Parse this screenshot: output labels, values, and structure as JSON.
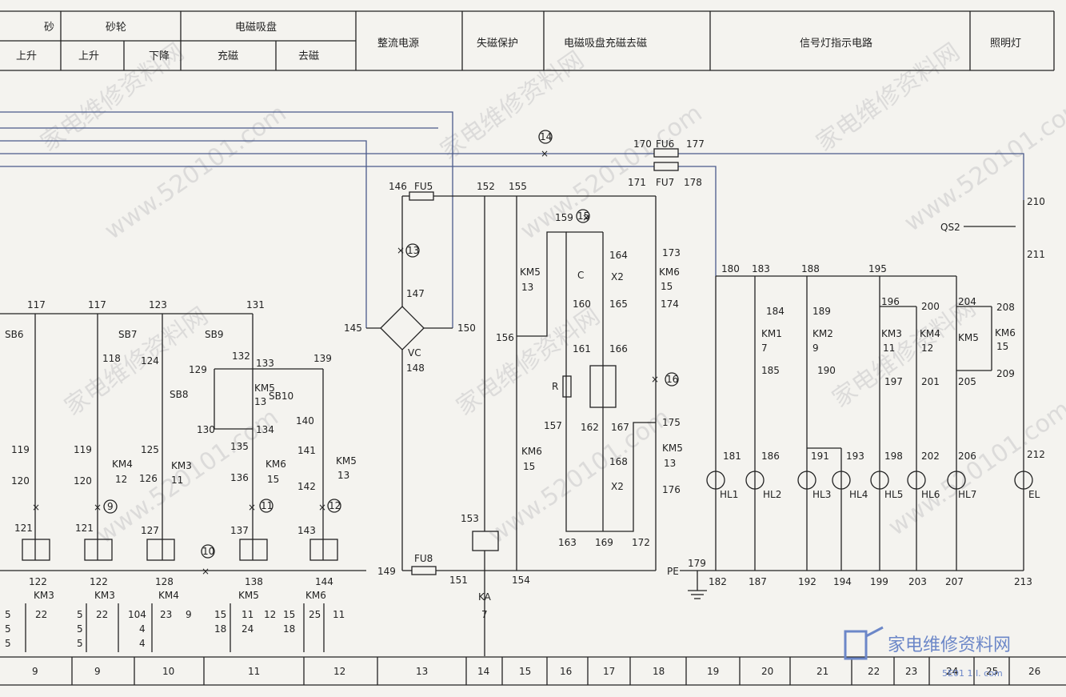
{
  "header": {
    "row1": [
      "砂轮",
      "电磁吸盘",
      "整流电源",
      "失磁保护",
      "电磁吸盘充磁去磁",
      "信号灯指示电路",
      "照明灯"
    ],
    "row2": [
      "上升",
      "上升",
      "下降",
      "充磁",
      "去磁"
    ],
    "clipped": "砂"
  },
  "footer": [
    "9",
    "9",
    "10",
    "11",
    "12",
    "13",
    "14",
    "15",
    "16",
    "17",
    "18",
    "19",
    "20",
    "21",
    "22",
    "23",
    "24",
    "25",
    "26"
  ],
  "nodes": {
    "n117a": "117",
    "n117b": "117",
    "n123": "123",
    "n131": "131",
    "n118": "118",
    "n124": "124",
    "n132": "132",
    "n133": "133",
    "n139": "139",
    "n129": "129",
    "n130": "130",
    "n134": "134",
    "n140": "140",
    "n119a": "119",
    "n119b": "119",
    "n125": "125",
    "n135": "135",
    "n141": "141",
    "n120a": "120",
    "n120b": "120",
    "n126": "126",
    "n136": "136",
    "n142": "142",
    "n121a": "121",
    "n121b": "121",
    "n127": "127",
    "n137": "137",
    "n143": "143",
    "n122a": "122",
    "n122b": "122",
    "n128": "128",
    "n138": "138",
    "n144": "144",
    "n145": "145",
    "n146": "146",
    "n147": "147",
    "n148": "148",
    "n149": "149",
    "n150": "150",
    "n151": "151",
    "n152": "152",
    "n153": "153",
    "n154": "154",
    "n155": "155",
    "n156": "156",
    "n157": "157",
    "n159": "159",
    "n160": "160",
    "n161": "161",
    "n162": "162",
    "n163": "163",
    "n164": "164",
    "n165": "165",
    "n166": "166",
    "n167": "167",
    "n168": "168",
    "n169": "169",
    "n170": "170",
    "n171": "171",
    "n172": "172",
    "n173": "173",
    "n174": "174",
    "n175": "175",
    "n176": "176",
    "n177": "177",
    "n178": "178",
    "n179": "179",
    "n180": "180",
    "n181": "181",
    "n182": "182",
    "n183": "183",
    "n184": "184",
    "n185": "185",
    "n186": "186",
    "n187": "187",
    "n188": "188",
    "n189": "189",
    "n190": "190",
    "n191": "191",
    "n192": "192",
    "n193": "193",
    "n194": "194",
    "n195": "195",
    "n196": "196",
    "n197": "197",
    "n198": "198",
    "n199": "199",
    "n200": "200",
    "n201": "201",
    "n202": "202",
    "n203": "203",
    "n204": "204",
    "n205": "205",
    "n206": "206",
    "n207": "207",
    "n208": "208",
    "n209": "209",
    "n210": "210",
    "n211": "211",
    "n212": "212",
    "n213": "213"
  },
  "markers": {
    "m9": "9",
    "m10": "10",
    "m11": "11",
    "m12": "12",
    "m13": "13",
    "m14": "14",
    "m15": "15",
    "m16": "16"
  },
  "components": {
    "SB6": "SB6",
    "SB7": "SB7",
    "SB8": "SB8",
    "SB9": "SB9",
    "SB10": "SB10",
    "VC": "VC",
    "FU5": "FU5",
    "FU6": "FU6",
    "FU7": "FU7",
    "FU8": "FU8",
    "KA": "KA",
    "KA7": "7",
    "R": "R",
    "C": "C",
    "X2a": "X2",
    "X2b": "X2",
    "QS2": "QS2",
    "PE": "PE",
    "HL1": "HL1",
    "HL2": "HL2",
    "HL3": "HL3",
    "HL4": "HL4",
    "HL5": "HL5",
    "HL6": "HL6",
    "HL7": "HL7",
    "EL": "EL",
    "c_km4_12": "KM4",
    "c_km4_12n": "12",
    "c_km3_11": "KM3",
    "c_km3_11n": "11",
    "c_km6_15a": "KM6",
    "c_km6_15an": "15",
    "c_km5_13a": "KM5",
    "c_km5_13an": "13",
    "c_km5_13b": "KM5",
    "c_km5_13bn": "13",
    "c_km5_13c": "KM5",
    "c_km5_13cn": "13",
    "c_km6_15b": "KM6",
    "c_km6_15bn": "15",
    "c_km6_15c": "KM6",
    "c_km6_15cn": "15",
    "c_km5_13d": "KM5",
    "c_km5_13dn": "13",
    "c_km1": "KM1",
    "c_km1n": "7",
    "c_km2": "KM2",
    "c_km2n": "9",
    "c_km3": "KM3",
    "c_km3n": "11",
    "c_km4": "KM4",
    "c_km4n": "12",
    "c_km5": "KM5",
    "c_km6": "KM6",
    "c_km6n": "15"
  },
  "coil_labels": [
    "KM3",
    "KM3",
    "KM4",
    "KM5",
    "KM6"
  ],
  "xref": [
    [
      "5",
      "22"
    ],
    [
      "5",
      "22"
    ],
    [
      "104",
      "23",
      "9"
    ],
    [
      "15",
      "11",
      "12",
      "15"
    ],
    [
      "25",
      "11"
    ],
    [
      "5"
    ],
    [
      "5"
    ],
    [
      "4"
    ],
    [
      "18",
      "24",
      "18"
    ],
    [
      "5"
    ],
    [
      "5"
    ],
    [
      "4"
    ]
  ],
  "watermark": {
    "cn": "家电维修资料网",
    "url": "www.520101.com"
  },
  "logo": {
    "text": "家电维修资料网",
    "url": "5E01 1 I. com"
  }
}
